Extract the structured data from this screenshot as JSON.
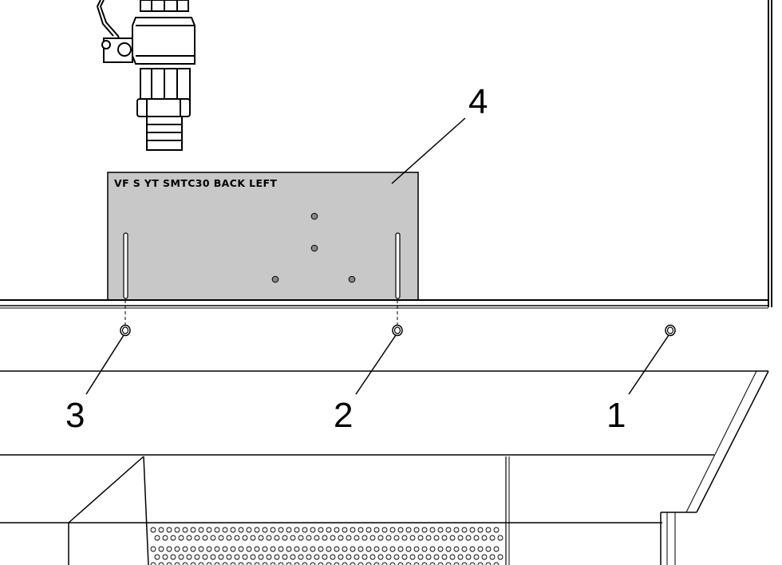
{
  "plate": {
    "label": "VF S YT SMTC30 BACK LEFT",
    "fill_color": "#c8c8c8"
  },
  "callouts": [
    {
      "number": "1",
      "target": "screw"
    },
    {
      "number": "2",
      "target": "screw"
    },
    {
      "number": "3",
      "target": "screw"
    },
    {
      "number": "4",
      "target": "plate"
    }
  ],
  "colors": {
    "line": "#000000",
    "background": "#ffffff",
    "plate": "#c8c8c8"
  }
}
